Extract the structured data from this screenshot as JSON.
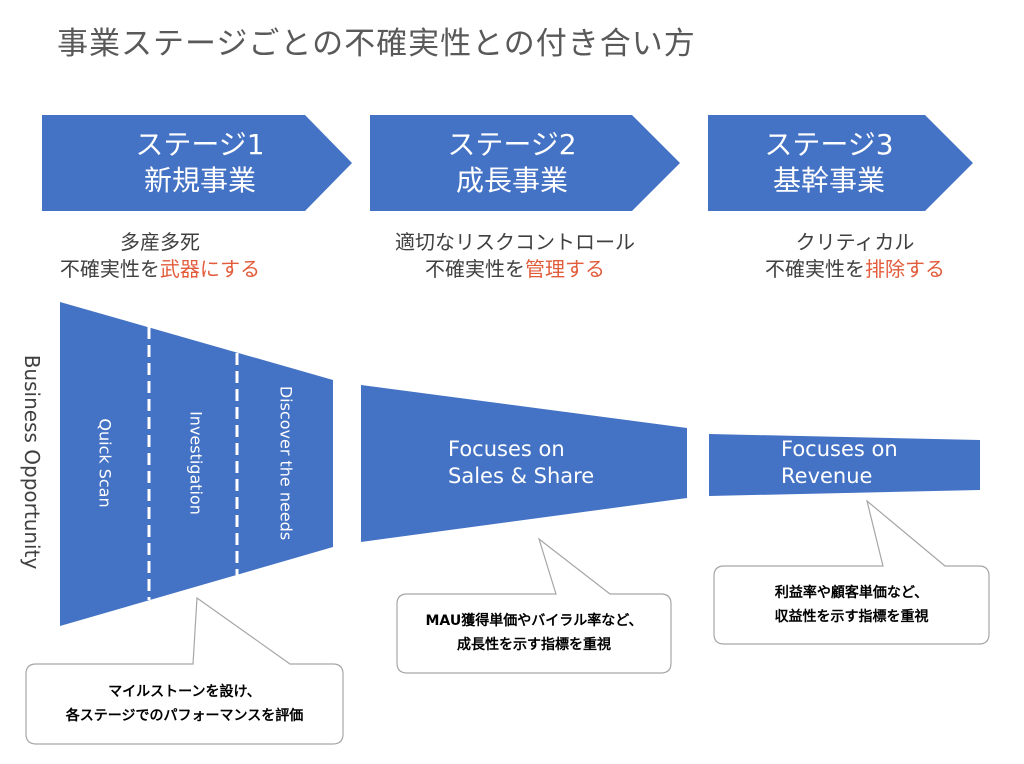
{
  "title": "事業ステージごとの不確実性との付き合い方",
  "stages": [
    {
      "name": "ステージ1",
      "type": "新規事業",
      "desc_line1": "多産多死",
      "desc_line2_prefix": "不確実性を",
      "desc_line2_accent": "武器にする"
    },
    {
      "name": "ステージ2",
      "type": "成長事業",
      "desc_line1": "適切なリスクコントロール",
      "desc_line2_prefix": "不確実性を",
      "desc_line2_accent": "管理する"
    },
    {
      "name": "ステージ3",
      "type": "基幹事業",
      "desc_line1": "クリティカル",
      "desc_line2_prefix": "不確実性を",
      "desc_line2_accent": "排除する"
    }
  ],
  "axis_label": "Business Opportunity",
  "funnel_phases": [
    "Quick Scan",
    "Investigation",
    "Discover the needs"
  ],
  "focus2": {
    "line1": "Focuses on",
    "line2": "Sales & Share"
  },
  "focus3": {
    "line1": "Focuses on",
    "line2": "Revenue"
  },
  "callouts": {
    "stage1": {
      "line1": "マイルストーンを設け、",
      "line2": "各ステージでのパフォーマンスを評価"
    },
    "stage2": {
      "line1": "MAU獲得単価やバイラル率など、",
      "line2": "成長性を示す指標を重視"
    },
    "stage3": {
      "line1": "利益率や顧客単価など、",
      "line2": "収益性を示す指標を重視"
    }
  },
  "colors": {
    "primary": "#4472c4",
    "accent": "#e25c3c",
    "text": "#404040"
  }
}
